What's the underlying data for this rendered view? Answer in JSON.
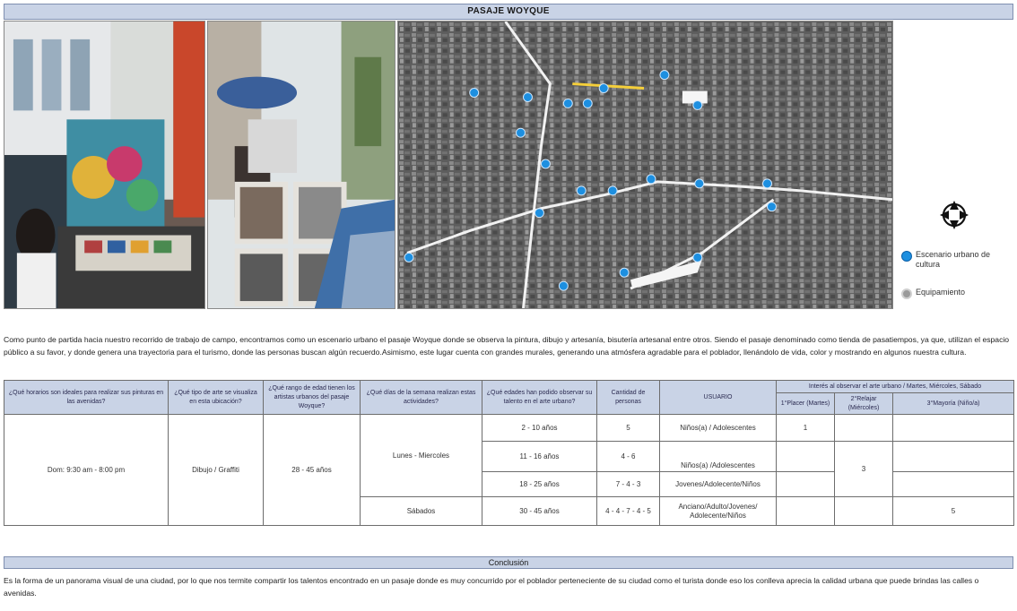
{
  "title": "PASAJE WOYQUE",
  "legend": {
    "items": [
      {
        "label": "Escenario urbano de cultura",
        "icon": "blue-dot-icon",
        "color": "#1d8fe0"
      },
      {
        "label": "Equipamiento",
        "icon": "gray-dot-icon",
        "color": "#9a9a9a"
      }
    ]
  },
  "intro": "Como punto de partida hacia nuestro recorrido de trabajo de campo, encontramos como un escenario urbano el pasaje Woyque donde se observa la pintura, dibujo y artesanía, bisutería artesanal entre otros. Siendo el pasaje denominado como tienda de pasatiempos, ya que, utilizan el espacio público a su favor, y donde genera una trayectoria para el turismo, donde las personas buscan algún recuerdo.Asimismo, este lugar cuenta con grandes murales, generando una atmósfera agradable para el poblador, llenándolo de vida, color y mostrando en algunos nuestra cultura.",
  "table": {
    "headers": {
      "horario": "¿Qué horarios son ideales para realizar sus pinturas en las avenidas?",
      "tipo_arte": "¿Qué tipo de arte se visualiza en esta ubicación?",
      "edad": "¿Qué rango de edad tienen los artistas urbanos del pasaje Woyque?",
      "dias": "¿Qué días de la semana realizan estas actividades?",
      "edades_talento": "¿Qué edades han podido observar su talento en el arte urbano?",
      "cantidad": "Cantidad de personas",
      "usuario": "USUARIO",
      "group": "Interés al observar el arte urbano / Martes, Miércoles, Sábado",
      "col1": "1°Placer (Martes)",
      "col2": "2°Relajar (Miércoles)",
      "col3": "3°Mayoría (Niño/a)"
    },
    "horario_value": "Dom: 9:30 am - 8:00 pm",
    "tipo_value": "Dibujo / Graffiti",
    "edad_value": "28 - 45 años",
    "dias_1": "Lunes - Miercoles",
    "dias_2": "Sábados",
    "rows": [
      {
        "edades": "2 - 10 años",
        "cantidad": "5",
        "usuario": "Niños(a) / Adolescentes"
      },
      {
        "edades": "11 - 16 años",
        "cantidad": "4 - 6",
        "usuario": "Niños(a) /Adolescentes"
      },
      {
        "edades": "18 - 25 años",
        "cantidad": "7 - 4 - 3",
        "usuario": "Jovenes/Adolecente/Niños"
      },
      {
        "edades": "30 - 45 años",
        "cantidad": "4 - 4 - 7 - 4 - 5",
        "usuario": "Anciano/Adulto/Jovenes/ Adolecente/Niños"
      }
    ],
    "interest_1": "1",
    "interest_2": "3",
    "interest_3": "5"
  },
  "conclusion_title": "Conclusión",
  "conclusion": "Es la forma de un panorama visual de una ciudad, por lo que nos termite compartir los talentos encontrado en un pasaje donde es muy concurrido por el poblador perteneciente de su ciudad como el turista donde eso los conlleva aprecia la calidad urbana que puede brindas las calles o avenidas."
}
